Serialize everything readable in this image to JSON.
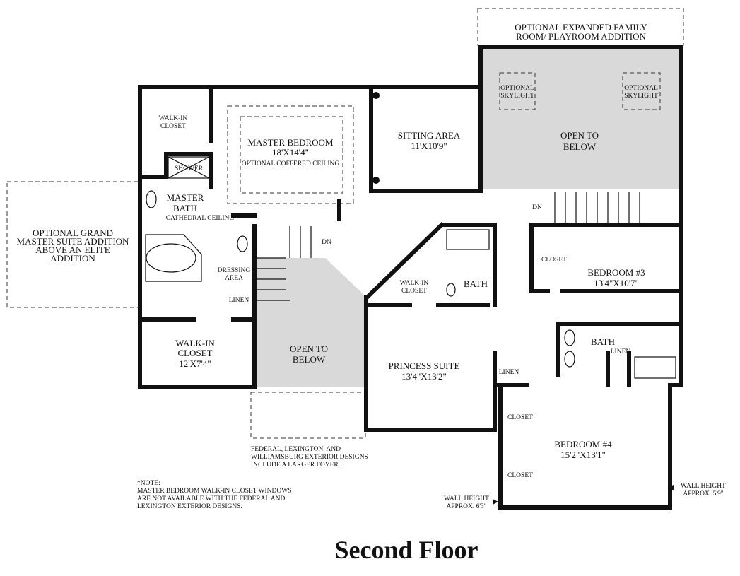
{
  "title": "Second Floor",
  "rooms": {
    "expanded_family": [
      "OPTIONAL EXPANDED FAMILY",
      "ROOM/ PLAYROOM ADDITION"
    ],
    "skylight": [
      "OPTIONAL",
      "SKYLIGHT"
    ],
    "open_to_below": [
      "OPEN TO",
      "BELOW"
    ],
    "walk_in_closet_top": [
      "WALK-IN",
      "CLOSET"
    ],
    "master_bedroom": "MASTER BEDROOM",
    "master_bedroom_dim": "18'X14'4\"",
    "coffered": "OPTIONAL COFFERED CEILING",
    "sitting_area": "SITTING AREA",
    "sitting_area_dim": "11'X10'9\"",
    "shower": "SHOWER",
    "master_bath": [
      "MASTER",
      "BATH"
    ],
    "cathedral": "CATHEDRAL CEILING",
    "grand_master": [
      "OPTIONAL GRAND",
      "MASTER SUITE ADDITION",
      "ABOVE AN ELITE",
      "ADDITION"
    ],
    "dressing": [
      "DRESSING",
      "AREA"
    ],
    "linen": "LINEN",
    "walk_in_closet_main": [
      "WALK-IN",
      "CLOSET",
      "12'X7'4\""
    ],
    "dn": "DN",
    "walk_in_closet_princess": [
      "WALK-IN",
      "CLOSET"
    ],
    "bath": "BATH",
    "closet": "CLOSET",
    "bedroom3": "BEDROOM #3",
    "bedroom3_dim": "13'4\"X10'7\"",
    "princess_suite": "PRINCESS SUITE",
    "princess_suite_dim": "13'4\"X13'2\"",
    "bedroom4": "BEDROOM #4",
    "bedroom4_dim": "15'2\"X13'1\""
  },
  "notes": {
    "foyer": [
      "FEDERAL, LEXINGTON, AND",
      "WILLIAMSBURG EXTERIOR DESIGNS",
      "INCLUDE A LARGER FOYER."
    ],
    "closet_windows": [
      "*NOTE:",
      "MASTER BEDROOM WALK-IN CLOSET WINDOWS",
      "ARE NOT AVAILABLE WITH THE FEDERAL AND",
      "LEXINGTON EXTERIOR DESIGNS."
    ],
    "wall_height_left": [
      "WALL HEIGHT",
      "APPROX. 6'3\""
    ],
    "wall_height_right": [
      "WALL HEIGHT",
      "APPROX. 5'9\""
    ]
  }
}
